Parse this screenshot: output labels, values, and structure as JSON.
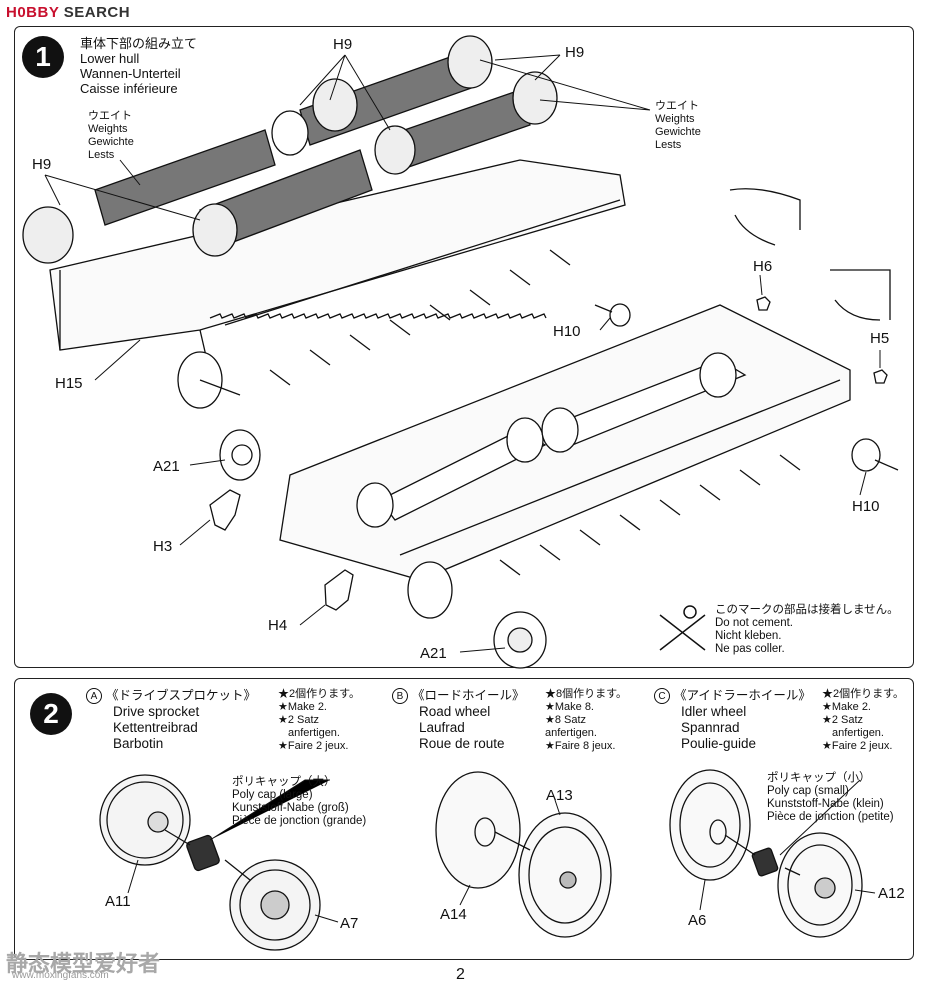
{
  "header": {
    "logo_hobby": "H0BBY",
    "logo_search": "SEARCH"
  },
  "step1": {
    "number": "1",
    "title_lines": [
      "車体下部の組み立て",
      "Lower hull",
      "Wannen-Unterteil",
      "Caisse inférieure"
    ],
    "weights_left": [
      "ウエイト",
      "Weights",
      "Gewichte",
      "Lests"
    ],
    "weights_right": [
      "ウエイト",
      "Weights",
      "Gewichte",
      "Lests"
    ],
    "parts": {
      "h9a": "H9",
      "h9b": "H9",
      "h9c": "H9",
      "h15": "H15",
      "h6": "H6",
      "h10a": "H10",
      "h5": "H5",
      "h10b": "H10",
      "a21a": "A21",
      "h3": "H3",
      "h4": "H4",
      "a21b": "A21"
    },
    "nocement": [
      "このマークの部品は接着しません。",
      "Do not cement.",
      "Nicht kleben.",
      "Ne pas coller."
    ]
  },
  "step2": {
    "number": "2",
    "a": {
      "letter": "A",
      "title_jp": "《ドライブスプロケット》",
      "title_lines": [
        "Drive sprocket",
        "Kettentreibrad",
        "Barbotin"
      ],
      "make_lines": [
        "★2個作ります。",
        "★Make 2.",
        "★2 Satz",
        "anfertigen.",
        "★Faire 2 jeux."
      ]
    },
    "b": {
      "letter": "B",
      "title_jp": "《ロードホイール》",
      "title_lines": [
        "Road wheel",
        "Laufrad",
        "Roue de route"
      ],
      "make_lines": [
        "★8個作ります。",
        "★Make 8.",
        "★8 Satz",
        "anfertigen.",
        "★Faire 8 jeux."
      ]
    },
    "c": {
      "letter": "C",
      "title_jp": "《アイドラーホイール》",
      "title_lines": [
        "Idler wheel",
        "Spannrad",
        "Poulie-guide"
      ],
      "make_lines": [
        "★2個作ります。",
        "★Make 2.",
        "★2 Satz",
        "anfertigen.",
        "★Faire 2 jeux."
      ]
    },
    "polycap_large": [
      "ポリキャップ（大）",
      "Poly cap (large)",
      "Kunststoff-Nabe (groß)",
      "Pièce de jonction (grande)"
    ],
    "polycap_small": [
      "ポリキャップ（小）",
      "Poly cap (small)",
      "Kunststoff-Nabe (klein)",
      "Pièce de jonction (petite)"
    ],
    "parts": {
      "a11": "A11",
      "a7": "A7",
      "a13": "A13",
      "a14": "A14",
      "a6": "A6",
      "a12": "A12"
    }
  },
  "footer": {
    "page": "2",
    "watermark": "静态模型爱好者",
    "watermark_url": "www.moxingfans.com"
  }
}
